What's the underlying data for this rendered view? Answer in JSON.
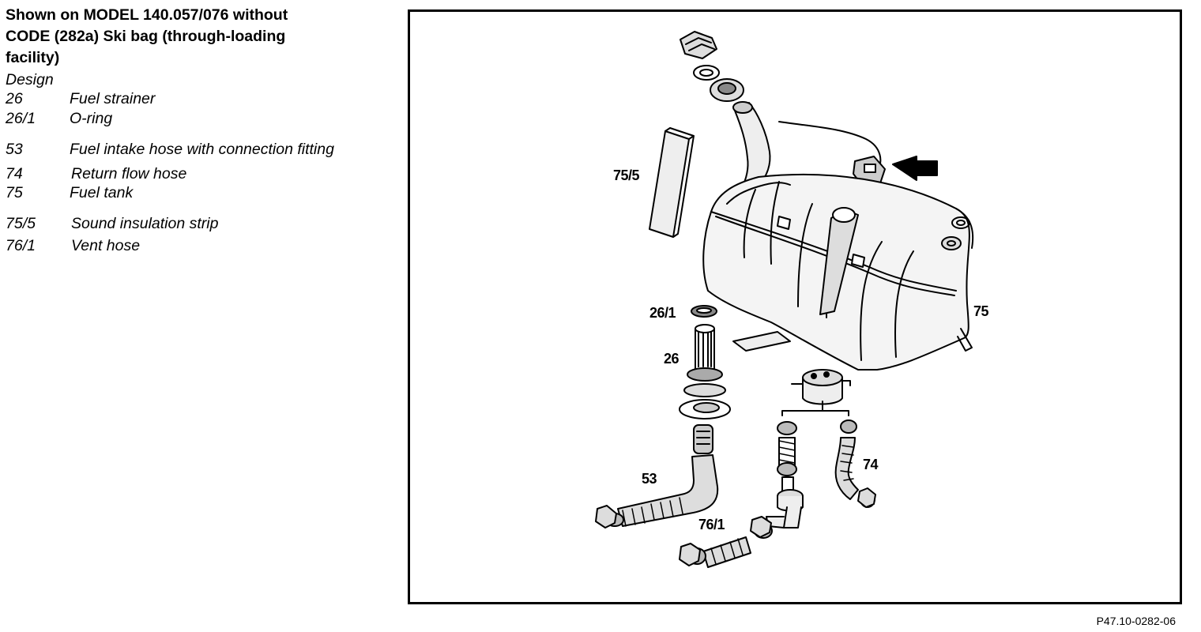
{
  "legend": {
    "title_line1": "Shown on MODEL 140.057/076 without",
    "title_line2": "CODE (282a) Ski bag (through-loading",
    "title_line3": "facility)",
    "design": "Design",
    "items": [
      {
        "num": "26",
        "label": "Fuel strainer"
      },
      {
        "num": "26/1",
        "label": "O-ring"
      },
      {
        "num": "53",
        "label": "Fuel intake hose with connection fitting"
      },
      {
        "num": "74",
        "label": "Return flow hose"
      },
      {
        "num": "75",
        "label": "Fuel tank"
      },
      {
        "num": "75/5",
        "label": "Sound insulation strip"
      },
      {
        "num": "76/1",
        "label": "Vent hose"
      }
    ]
  },
  "callouts": {
    "c75_5": "75/5",
    "c75": "75",
    "c26_1": "26/1",
    "c26": "26",
    "c53": "53",
    "c74": "74",
    "c76_1": "76/1"
  },
  "reference": "P47.10-0282-06"
}
